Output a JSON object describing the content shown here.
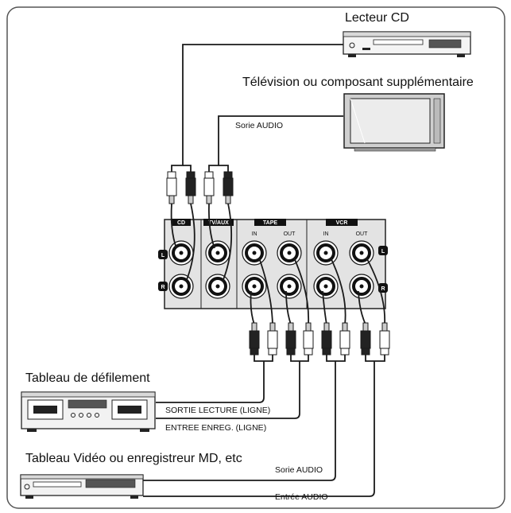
{
  "devices": {
    "cd_player": "Lecteur CD",
    "tv": "Télévision ou composant supplémentaire",
    "tape_deck": "Tableau de défilement",
    "video_md": "Tableau Vidéo ou enregistreur MD, etc"
  },
  "cables": {
    "tv_audio_out": "Sorie AUDIO",
    "tape_playback_out": "SORTIE LECTURE (LIGNE)",
    "tape_record_in": "ENTREE ENREG. (LIGNE)",
    "video_audio_out": "Sorie AUDIO",
    "video_audio_in": "Entrée AUDIO"
  },
  "panel": {
    "cd": "CD",
    "tv_aux": "TV/AUX",
    "tape": "TAPE",
    "vcr": "VCR",
    "tape_in": "IN",
    "tape_out": "OUT",
    "vcr_in": "IN",
    "vcr_out": "OUT",
    "left_marker": "L",
    "right_marker": "R"
  },
  "colors": {
    "line": "#1a1a1a",
    "panel_fill": "#e3e3e3",
    "jack_ring": "#111111",
    "frame": "#555555"
  }
}
